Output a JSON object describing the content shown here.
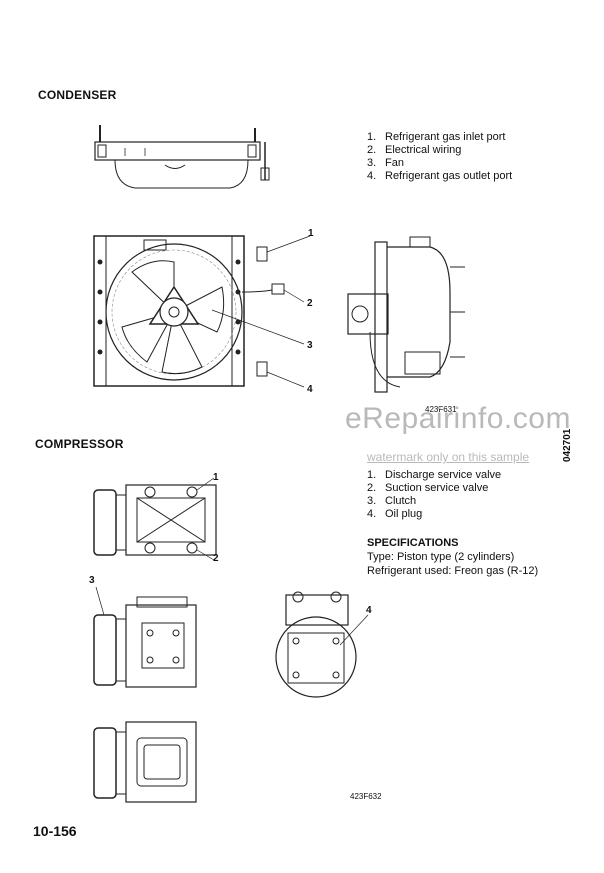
{
  "condenser": {
    "heading": "CONDENSER",
    "items": [
      {
        "num": "1.",
        "text": "Refrigerant gas inlet port"
      },
      {
        "num": "2.",
        "text": "Electrical wiring"
      },
      {
        "num": "3.",
        "text": "Fan"
      },
      {
        "num": "4.",
        "text": "Refrigerant gas outlet port"
      }
    ],
    "callouts": [
      "1",
      "2",
      "3",
      "4"
    ],
    "figure_code": "423F631",
    "side_code": "042701"
  },
  "compressor": {
    "heading": "COMPRESSOR",
    "items": [
      {
        "num": "1.",
        "text": "Discharge service valve"
      },
      {
        "num": "2.",
        "text": "Suction service valve"
      },
      {
        "num": "3.",
        "text": "Clutch"
      },
      {
        "num": "4.",
        "text": "Oil plug"
      }
    ],
    "callouts": [
      "1",
      "2",
      "3",
      "4"
    ],
    "specifications": {
      "title": "SPECIFICATIONS",
      "type_line": "Type: Piston type (2 cylinders)",
      "refrigerant_line": "Refrigerant used: Freon gas (R-12)"
    },
    "figure_code": "423F632"
  },
  "watermark": {
    "main": "eRepairinfo.com",
    "sub": "watermark only on this sample"
  },
  "page_number": "10-156"
}
